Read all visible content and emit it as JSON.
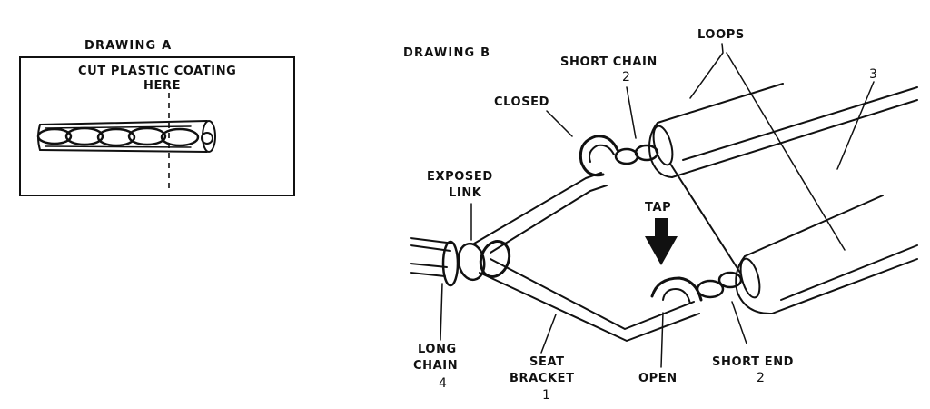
{
  "drawing_a": {
    "title": "DRAWING A",
    "cut_label_line1": "CUT PLASTIC COATING",
    "cut_label_line2": "HERE"
  },
  "drawing_b": {
    "title": "DRAWING B",
    "labels": {
      "loops": "LOOPS",
      "short_chain": "SHORT CHAIN",
      "short_chain_num": "2",
      "closed": "CLOSED",
      "exposed_line1": "EXPOSED",
      "exposed_line2": "LINK",
      "tap": "TAP",
      "number_3": "3",
      "long_line1": "LONG",
      "long_line2": "CHAIN",
      "long_num": "4",
      "seat_line1": "SEAT",
      "seat_line2": "BRACKET",
      "seat_num": "1",
      "open": "OPEN",
      "short_end": "SHORT END",
      "short_end_num": "2"
    }
  },
  "colors": {
    "ink": "#111111",
    "paper": "#ffffff"
  }
}
